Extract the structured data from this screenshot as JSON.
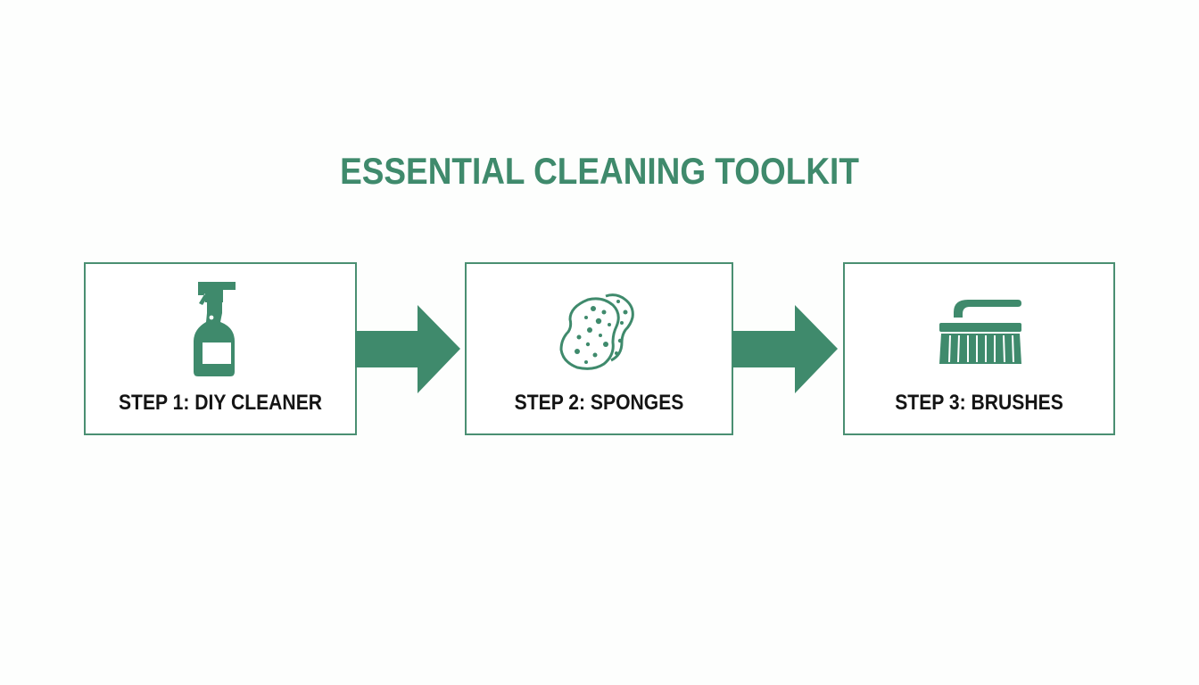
{
  "title": "ESSENTIAL CLEANING TOOLKIT",
  "colors": {
    "accent": "#3f8a6c",
    "border": "#4a8f72",
    "label_text": "#141414",
    "background": "#fdfefd"
  },
  "steps": [
    {
      "label": "STEP 1: DIY CLEANER",
      "icon": "spray-bottle-icon"
    },
    {
      "label": "STEP 2: SPONGES",
      "icon": "sponges-icon"
    },
    {
      "label": "STEP 3: BRUSHES",
      "icon": "scrub-brush-icon"
    }
  ],
  "connectors": [
    "arrow-right-icon",
    "arrow-right-icon"
  ]
}
